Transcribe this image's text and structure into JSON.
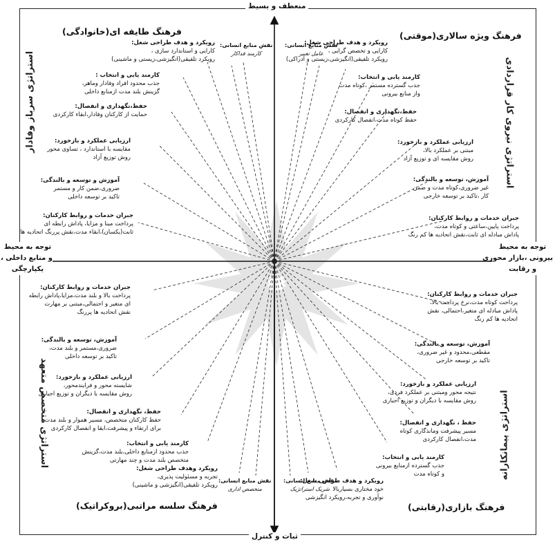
{
  "axes": {
    "top": "منعطف و بسیط",
    "bottom": "ثبات و کنترل",
    "left": [
      "توجه به محیط",
      "و منابع داخلی ،",
      "یکپارچگی"
    ],
    "right": [
      "توجه به محیط",
      "بیرونی ،بازار محوری",
      "و رقابت"
    ]
  },
  "cultures": {
    "tl": "فرهنگ طایفه ای(خانوادگی)",
    "tr": "فرهنگ ویژه سالاری(موقتی)",
    "bl": "فرهنگ سلسه مراتبی(بروکراتیک)",
    "br": "فرهنگ بازاری(رقابتی)"
  },
  "strategies": {
    "tl": "استراتژی سرباز وفادار",
    "tr": "استراتژی نیروی کار قراردادی",
    "bl": "استراتژی متخصص متعهد",
    "br": "استراتژی پیمانکارانه"
  },
  "roles": {
    "tl": {
      "label": "نقش منابع انسانی:",
      "value": "کارمند فداکار"
    },
    "tr": {
      "label": "نقش منابع انسانی:",
      "value": "عامل تغییر"
    },
    "bl": {
      "label": "نقش منابع انسانی:",
      "value": "متخصص اداری"
    },
    "br": {
      "label": "نقش منابع انسانی:",
      "value": "شریک استراتژیک"
    }
  },
  "quadrants": {
    "tl": [
      {
        "title": "رویکرد و هدف طراحی شغل:",
        "lines": [
          "کارایی و استاندارد سازی ،",
          "رویکرد تلفیقی(انگیزشی،زیستی و ماشینی)"
        ]
      },
      {
        "title": "کارمند یابی و انتخاب :",
        "lines": [
          "جذب محدود افراد وفادار وماهر،",
          "گزینش بلند مدت ازمنابع داخلی"
        ]
      },
      {
        "title": "حفظ،نگهداری و انفصال:",
        "lines": [
          "حمایت از کارکنان وفادار،ابقاء کارکردی"
        ]
      },
      {
        "title": "ارزیابی عملکرد و بازخورد:",
        "lines": [
          "مقایسه با استاندارد ، تساوی محور",
          "روش توزیع آزاد"
        ]
      },
      {
        "title": "آموزش و توسعه و بالندگی:",
        "lines": [
          "ضروری،ضمن کار و مستمر",
          "تاکید بر توسعه داخلی"
        ]
      },
      {
        "title": "جبران خدمات و روابط کارکنان:",
        "lines": [
          "پرداخت مبنا و مزایا، پاداش رابطه ای",
          "ثابت(یکسان)،ابقاء مدت،نقش پررنگ اتحادیه ها"
        ]
      }
    ],
    "tr": [
      {
        "title": "رویکرد و هدف طراحی شغل:",
        "lines": [
          "کارایی و تخصص گرایی ،",
          "رویکرد تلفیقی(انگیزشی،زیستی و ادراکی)"
        ]
      },
      {
        "title": "کارمند یابی و انتخاب:",
        "lines": [
          "جذب گسترده مستمر ،کوتاه مدت",
          "واز منابع بیرونی"
        ]
      },
      {
        "title": "حفظ،نگهداری و انفصال:",
        "lines": [
          "حفظ کوتاه مدت،انفصال کارکردی"
        ]
      },
      {
        "title": "ارزیابی عملکرد و بازخورد:",
        "lines": [
          "مبتنی بر عملکرد بالا،",
          "روش مقایسه ای و توزیع آزاد"
        ]
      },
      {
        "title": "آموزش، توسعه و بالندگی:",
        "lines": [
          "غیر ضروری،کوتاه مدت و ضمن",
          "کار ،تاکید بر توسعه خارجی"
        ]
      },
      {
        "title": "جبران خدمات و روابط کارکنان:",
        "lines": [
          "پرداخت پایین،ساعتی و کوتاه مدت،",
          "پاداش مبادله ای ثابت،نقش اتحادیه ها کم رنگ"
        ]
      }
    ],
    "bl": [
      {
        "title": "جبران خدمات و روابط کارکنان:",
        "lines": [
          "پرداخت بالا و بلند مدت،مزایا،پاداش رابطه",
          "ای متغیر و احتمالی،مبتنی بر مهارت",
          "نقش اتحادیه ها پررنگ"
        ]
      },
      {
        "title": "آموزش، توسعه و بالندگی:",
        "lines": [
          "ضروری،مستمر و بلند مدت،",
          "تاکید بر توسعه داخلی"
        ]
      },
      {
        "title": "ارزیابی عملکرد و بازخورد:",
        "lines": [
          "شایسته محور و فرایندمحور،",
          "روش مقایسه با دیگران و توزیع اجباری"
        ]
      },
      {
        "title": "حفظ، نگهداری و انفصال:",
        "lines": [
          "حفظ کارکنان متخصص، مسیر هموار و بلند مدت",
          "برای ارتقاء و پیشرفت،ابقا و انفصال کارکردی"
        ]
      },
      {
        "title": "کارمند یابی و انتخاب:",
        "lines": [
          "جذب محدود ازمنابع داخلی،بلند مدت،گزینش",
          "متخصص بلند مدت و چند مهارتی"
        ]
      },
      {
        "title": "رویکرد وهدف طراحی شغل:",
        "lines": [
          "تجربه و مسئولیت پذیری،",
          "رویکرد تلفیقی(انگیزشی و ماشینی)"
        ]
      }
    ],
    "br": [
      {
        "title": "جبران خدمات و روابط کارکنان:",
        "lines": [
          "پرداخت کوتاه مدت،نرخ پرداخت بالا،",
          "پاداش مبادله ای متغیر،احتمالی، نقش",
          "اتحادیه ها کم رنگ"
        ]
      },
      {
        "title": "آموزش، توسعه و بالندگی:",
        "lines": [
          "مقطعی،محدود و غیر ضروری،",
          "تاکید بر توسعه خارجی"
        ]
      },
      {
        "title": "ارزیابی عملکرد و بازخورد:",
        "lines": [
          "نتیجه محور ومبتنی بر عملکرد فردی،",
          "روش مقایسه با دیگران و توزیع اجباری"
        ]
      },
      {
        "title": "حفظ ، نگهداری و انفصال:",
        "lines": [
          "مسیر پیشرفت ومانذگاری کوتاه",
          "مدت،انفصال کارکردی"
        ]
      },
      {
        "title": "کارمند یابی و انتخاب:",
        "lines": [
          "جذب گسترده ازمنابع بیرونی",
          "و کوتاه مدت"
        ]
      },
      {
        "title": "رویکرد و هدف طراحی شغل:",
        "lines": [
          "خود مختاری بسیاربالا",
          "نوآوری و تجربه،رویکرد انگیزشی"
        ]
      }
    ]
  }
}
